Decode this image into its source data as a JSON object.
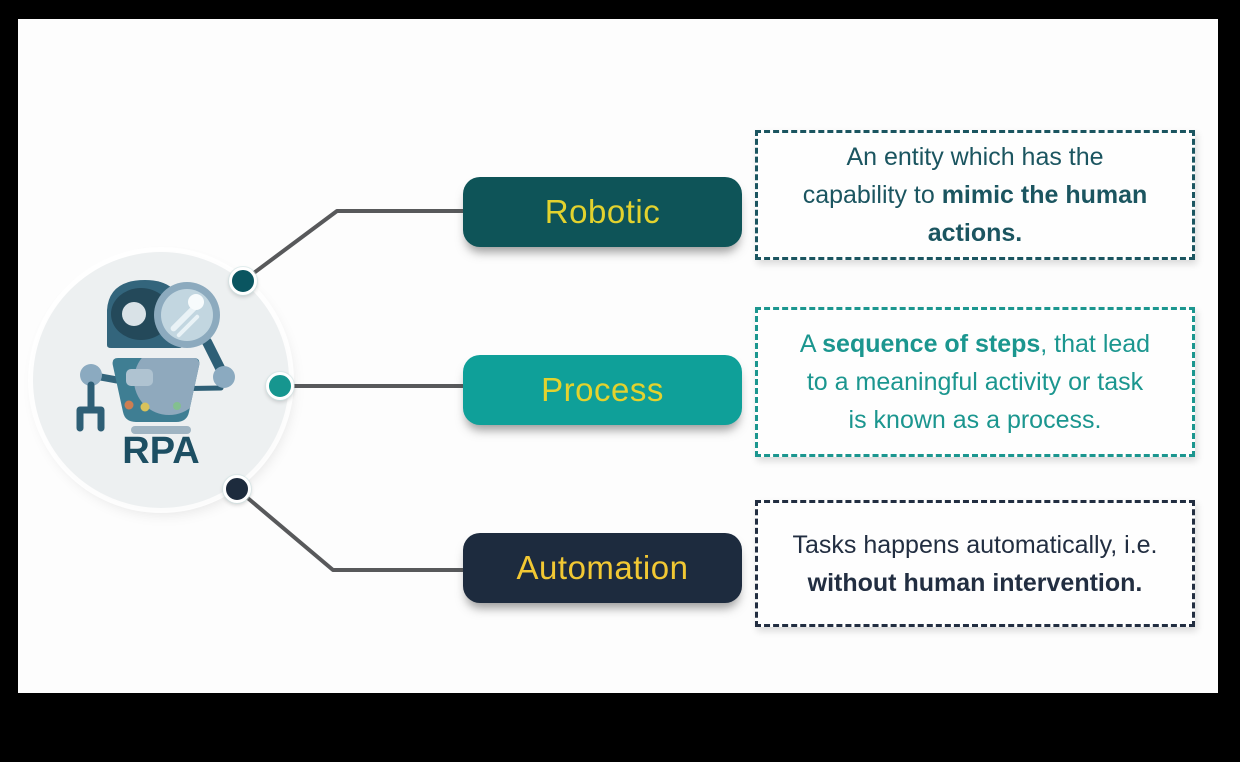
{
  "diagram": {
    "hub": {
      "label": "RPA",
      "label_color": "#1d4f63",
      "circle_bg": "#edf0f1"
    },
    "connectors": {
      "color": "#58595b"
    },
    "nodes": [
      {
        "id": "robotic",
        "label": "Robotic",
        "pill_bg": "#0e5458",
        "pill_text_color": "#e3d22e",
        "dot_color": "#0a5560",
        "box_color": "#1b5560",
        "lines": [
          [
            {
              "t": "An entity which has the",
              "b": false
            }
          ],
          [
            {
              "t": "capability to ",
              "b": false
            },
            {
              "t": "mimic the human",
              "b": true
            }
          ],
          [
            {
              "t": "actions.",
              "b": true
            }
          ]
        ]
      },
      {
        "id": "process",
        "label": "Process",
        "pill_bg": "#0fa099",
        "pill_text_color": "#e3d22e",
        "dot_color": "#16968f",
        "box_color": "#1b968f",
        "lines": [
          [
            {
              "t": "A ",
              "b": false
            },
            {
              "t": "sequence of steps",
              "b": true
            },
            {
              "t": ", that lead",
              "b": false
            }
          ],
          [
            {
              "t": "to a meaningful activity or task",
              "b": false
            }
          ],
          [
            {
              "t": "is known as a process.",
              "b": false
            }
          ]
        ]
      },
      {
        "id": "automation",
        "label": "Automation",
        "pill_bg": "#1d2b3e",
        "pill_text_color": "#f2c833",
        "dot_color": "#1d2b3d",
        "box_color": "#222e41",
        "lines": [
          [
            {
              "t": "Tasks happens automatically, i.e.",
              "b": false
            }
          ],
          [
            {
              "t": "without human intervention.",
              "b": true
            }
          ]
        ]
      }
    ]
  }
}
